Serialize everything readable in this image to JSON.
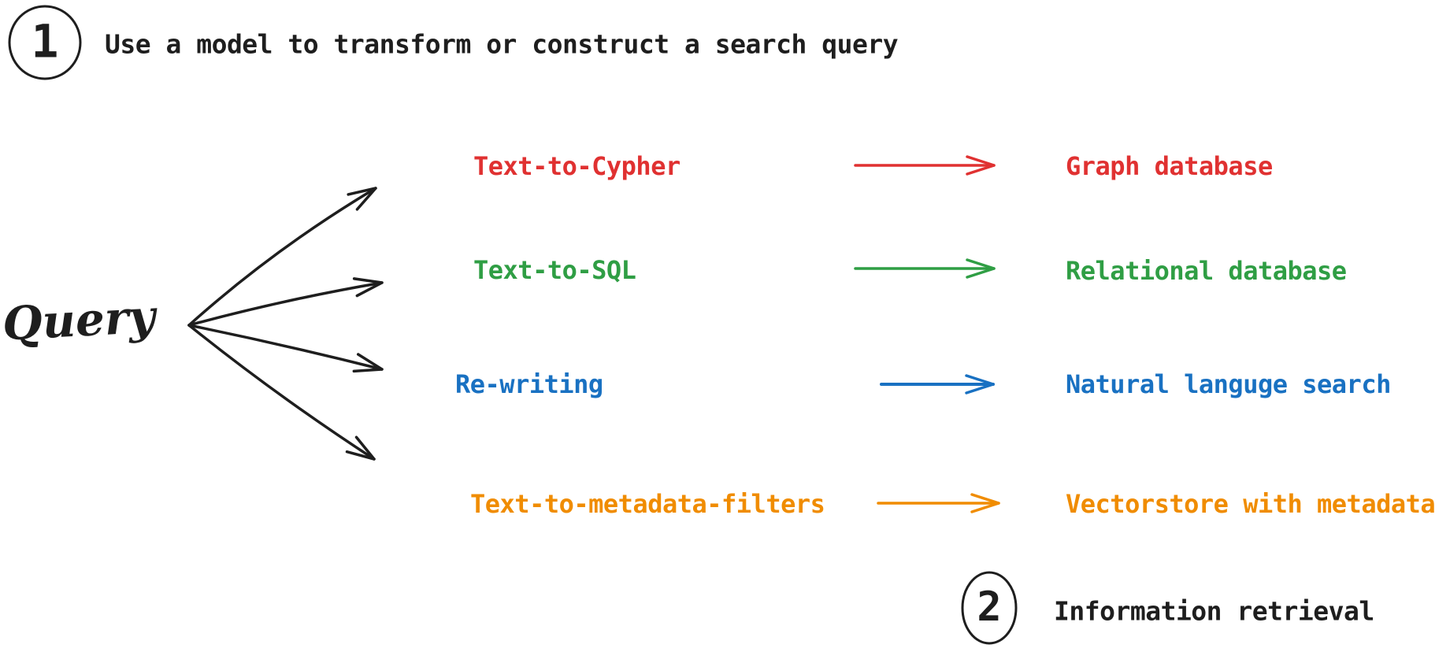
{
  "background": "#ffffff",
  "ink": "#1e1e1e",
  "step1": {
    "number": "1",
    "label": "Use a model to transform or construct a search query"
  },
  "query": {
    "label": "Query"
  },
  "rows": [
    {
      "method": "Text-to-Cypher",
      "target": "Graph database",
      "color": "#e03131"
    },
    {
      "method": "Text-to-SQL",
      "target": "Relational database",
      "color": "#2f9e44"
    },
    {
      "method": "Re-writing",
      "target": "Natural languge search",
      "color": "#1971c2"
    },
    {
      "method": "Text-to-metadata-filters",
      "target": "Vectorstore with metadata",
      "color": "#f08c00"
    }
  ],
  "step2": {
    "number": "2",
    "label": "Information retrieval"
  }
}
